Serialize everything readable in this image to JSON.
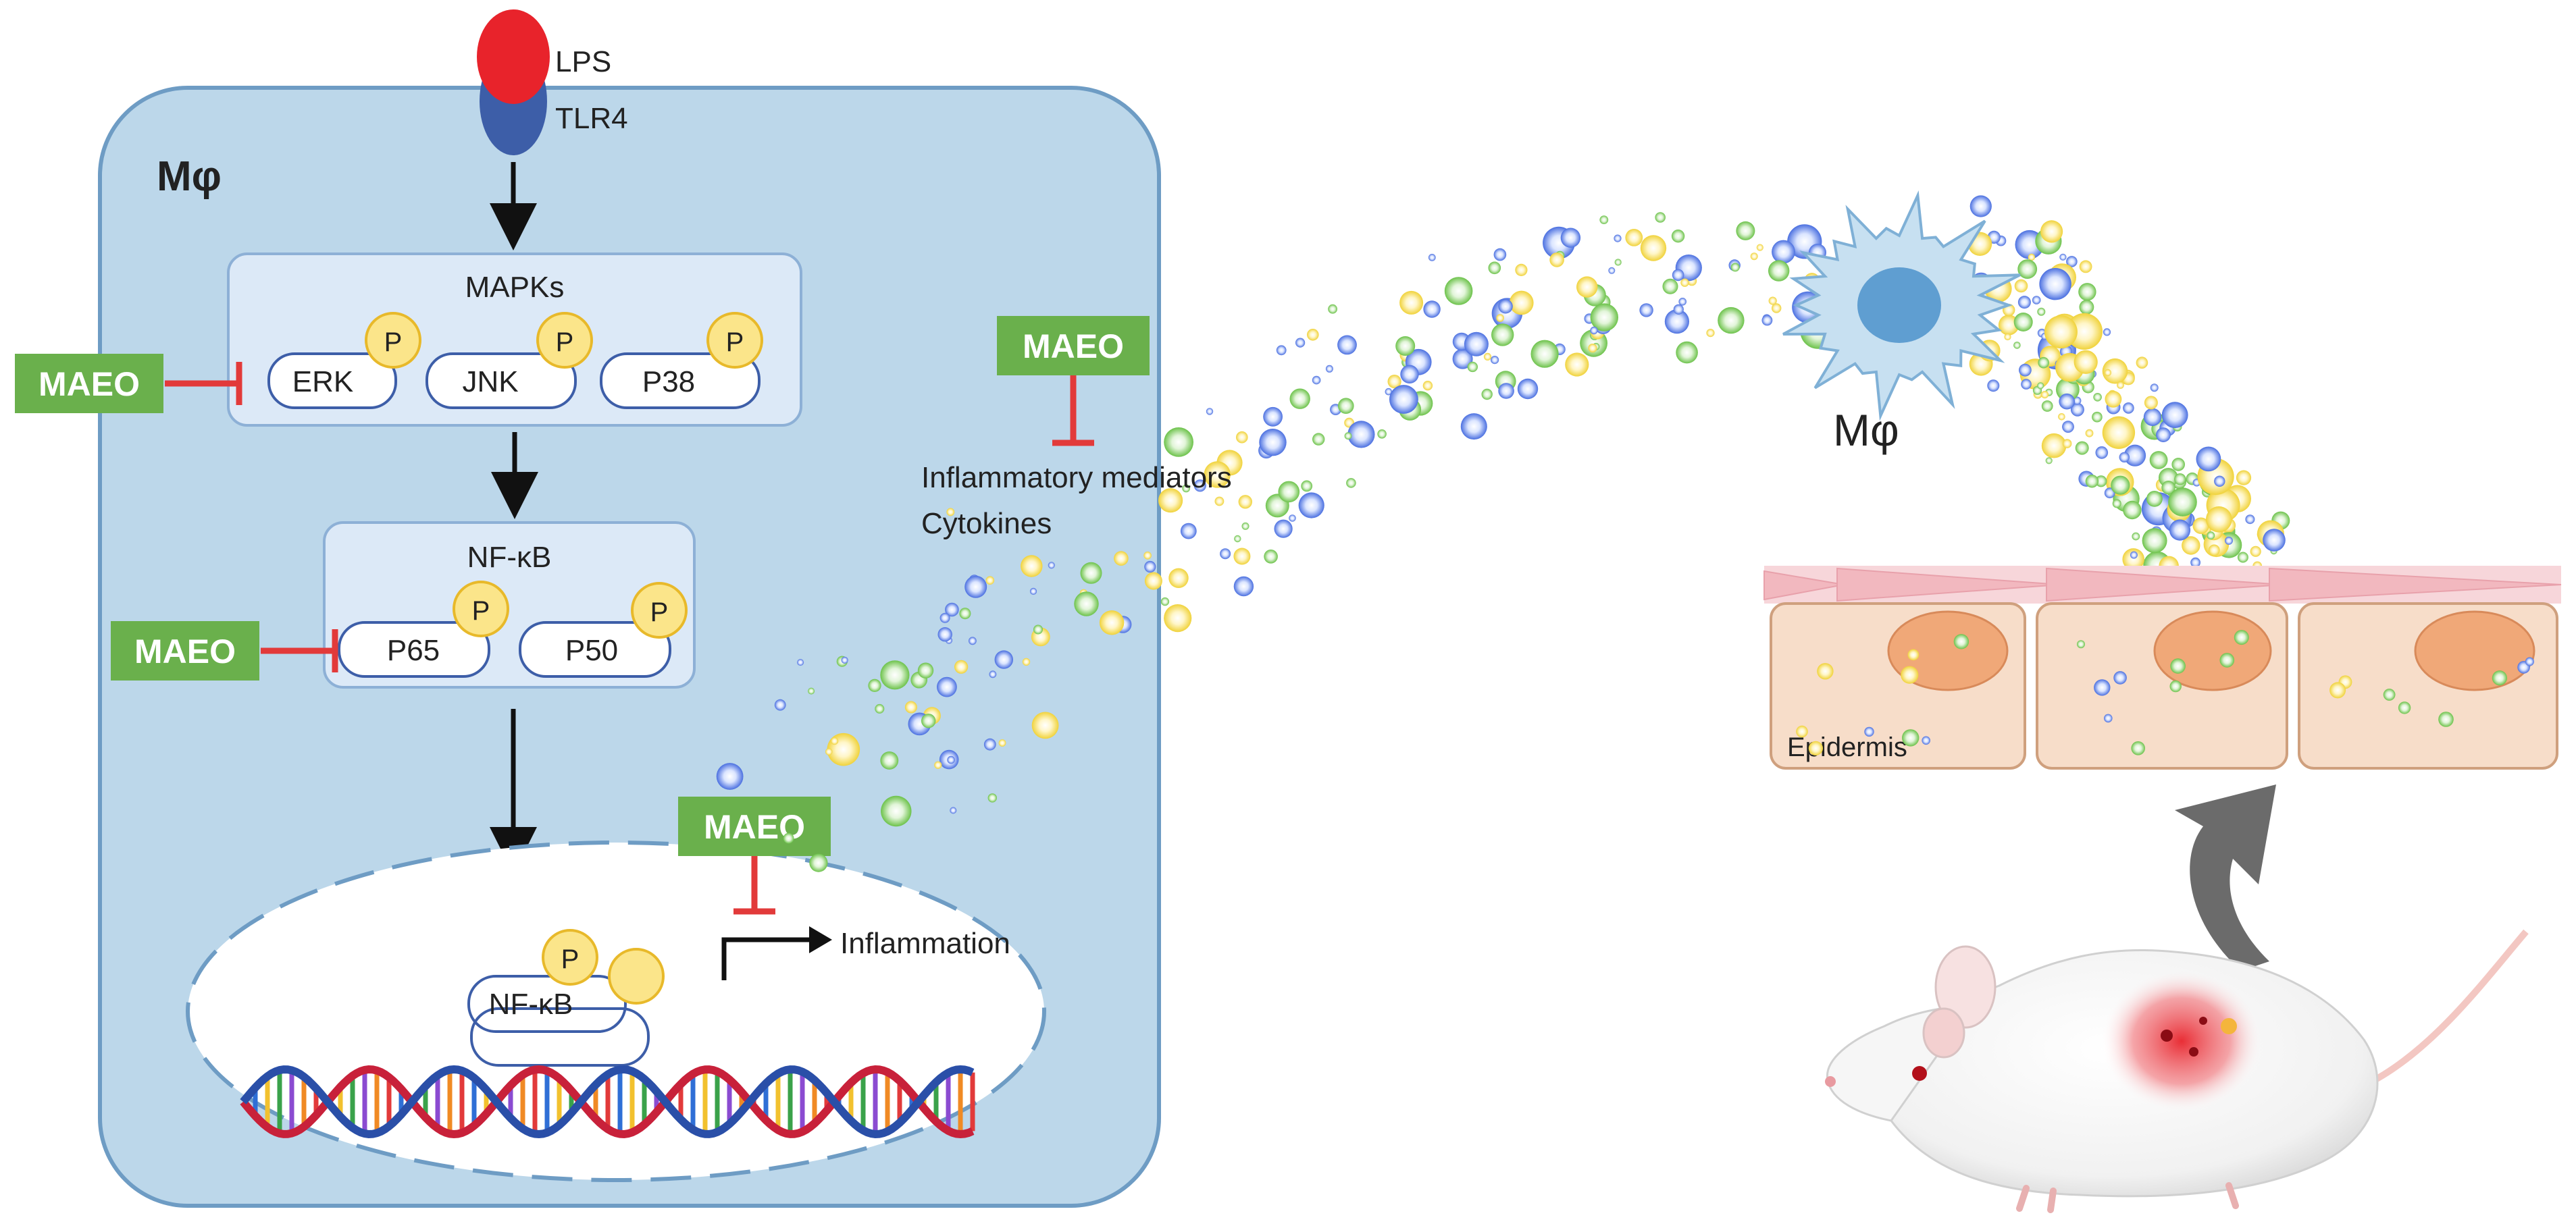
{
  "labels": {
    "lps": "LPS",
    "tlr4": "TLR4",
    "cell_name": "Mφ",
    "mapks_title": "MAPKs",
    "erk": "ERK",
    "jnk": "JNK",
    "p38": "P38",
    "nfkb_title": "NF-κB",
    "p65": "P65",
    "p50": "P50",
    "nucleus_nfkb": "NF-κB",
    "phospho": "P",
    "inflammation": "Inflammation",
    "mediators": "Inflammatory mediators",
    "cytokines": "Cytokines",
    "macrophage_label": "Mφ",
    "epidermis": "Epidermis"
  },
  "inhibitor": {
    "label": "MAEO",
    "color": "#6ab04c",
    "line_color": "#e23a3a"
  },
  "colors": {
    "cell_fill": "#bcd7ea",
    "cell_stroke": "#6e9cc4",
    "box_fill": "#dce9f7",
    "box_stroke": "#8db0d6",
    "phospho_fill": "#fbe58a",
    "phospho_stroke": "#e8b92a",
    "lps_red": "#e8232b",
    "tlr4_blue": "#3d5ea8",
    "dot_blue": "#4a6fe0",
    "dot_green": "#6cc24a",
    "dot_yellow": "#f0d23a",
    "skin_fill": "#f7ddc9",
    "nucleus_fill": "#f0a878",
    "muscle_fill": "#f2b8bf",
    "arrow_gray": "#6b6b6b"
  }
}
